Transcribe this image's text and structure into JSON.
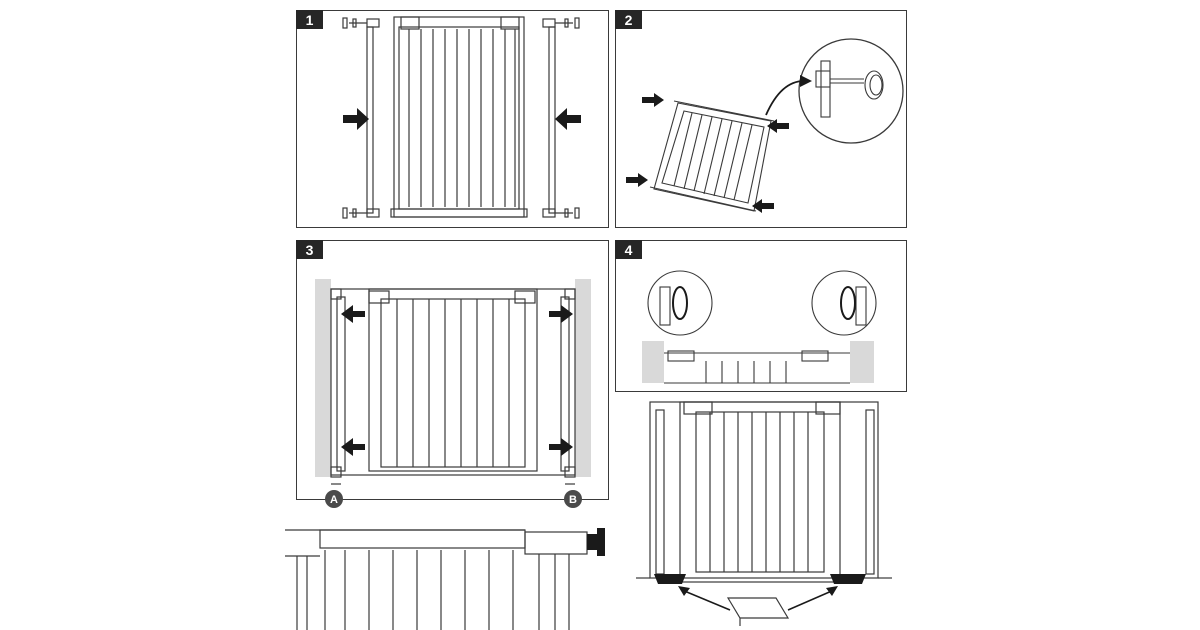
{
  "steps": [
    {
      "number": "1"
    },
    {
      "number": "2"
    },
    {
      "number": "3"
    },
    {
      "number": "4"
    }
  ],
  "markers": {
    "a": "A",
    "b": "B"
  },
  "colors": {
    "line": "#3a3a3a",
    "arrow": "#1a1a1a",
    "wall": "#d9d9d9",
    "badge": "#262626",
    "marker": "#4a4a4a"
  },
  "icons": [
    "arrow-icon",
    "pressure-spindle-icon",
    "wall-cup-icon",
    "rotation-icon",
    "curved-arrow-icon"
  ]
}
